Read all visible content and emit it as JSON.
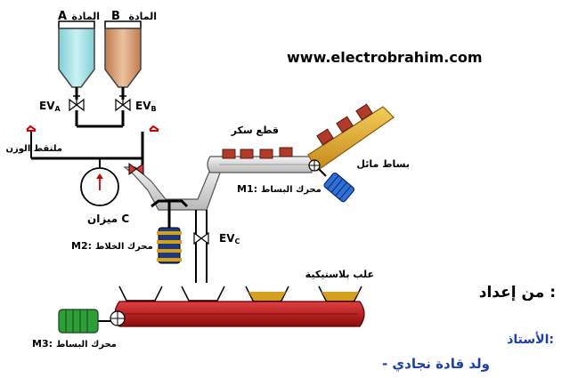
{
  "hoppers": {
    "a": {
      "letter": "A",
      "name": "المادة",
      "valve": "EV",
      "valve_sub": "A",
      "fill": "#a8e4e8"
    },
    "b": {
      "letter": "B",
      "name": "المادة",
      "valve": "EV",
      "valve_sub": "B",
      "fill": "#d9a47c"
    }
  },
  "weight_sensor": {
    "label": "ملتقط الوزن"
  },
  "scale": {
    "label": "ميزان C"
  },
  "valve_c": {
    "label": "EV",
    "sub": "C"
  },
  "mixer_motor": {
    "code": "M2:",
    "label": "محرك الخلاط"
  },
  "inclined_conveyor": {
    "label": "بساط مائل",
    "sugar_label": "قطع سكر"
  },
  "motor_m1": {
    "code": "M1:",
    "label": "محرك البساط"
  },
  "motor_m3": {
    "code": "M3:",
    "label": "محرك البساط"
  },
  "plastic_boxes": {
    "label": "علب بلاستيكية"
  },
  "website": {
    "url": "www.electrobrahim.com"
  },
  "credits": {
    "prepared_by": "من إعداد :",
    "teacher": "الأستاذ:",
    "name": "- ولد قادة نجادي"
  },
  "colors": {
    "conveyor": "#c41414",
    "motor_blue": "#2e6fd8",
    "motor_green": "#2f9e3a",
    "motor_m2": "#1f3a7a",
    "sugar": "#b23a2a",
    "credit_prepared": "#000000",
    "credit_name": "#1c3fa8"
  }
}
